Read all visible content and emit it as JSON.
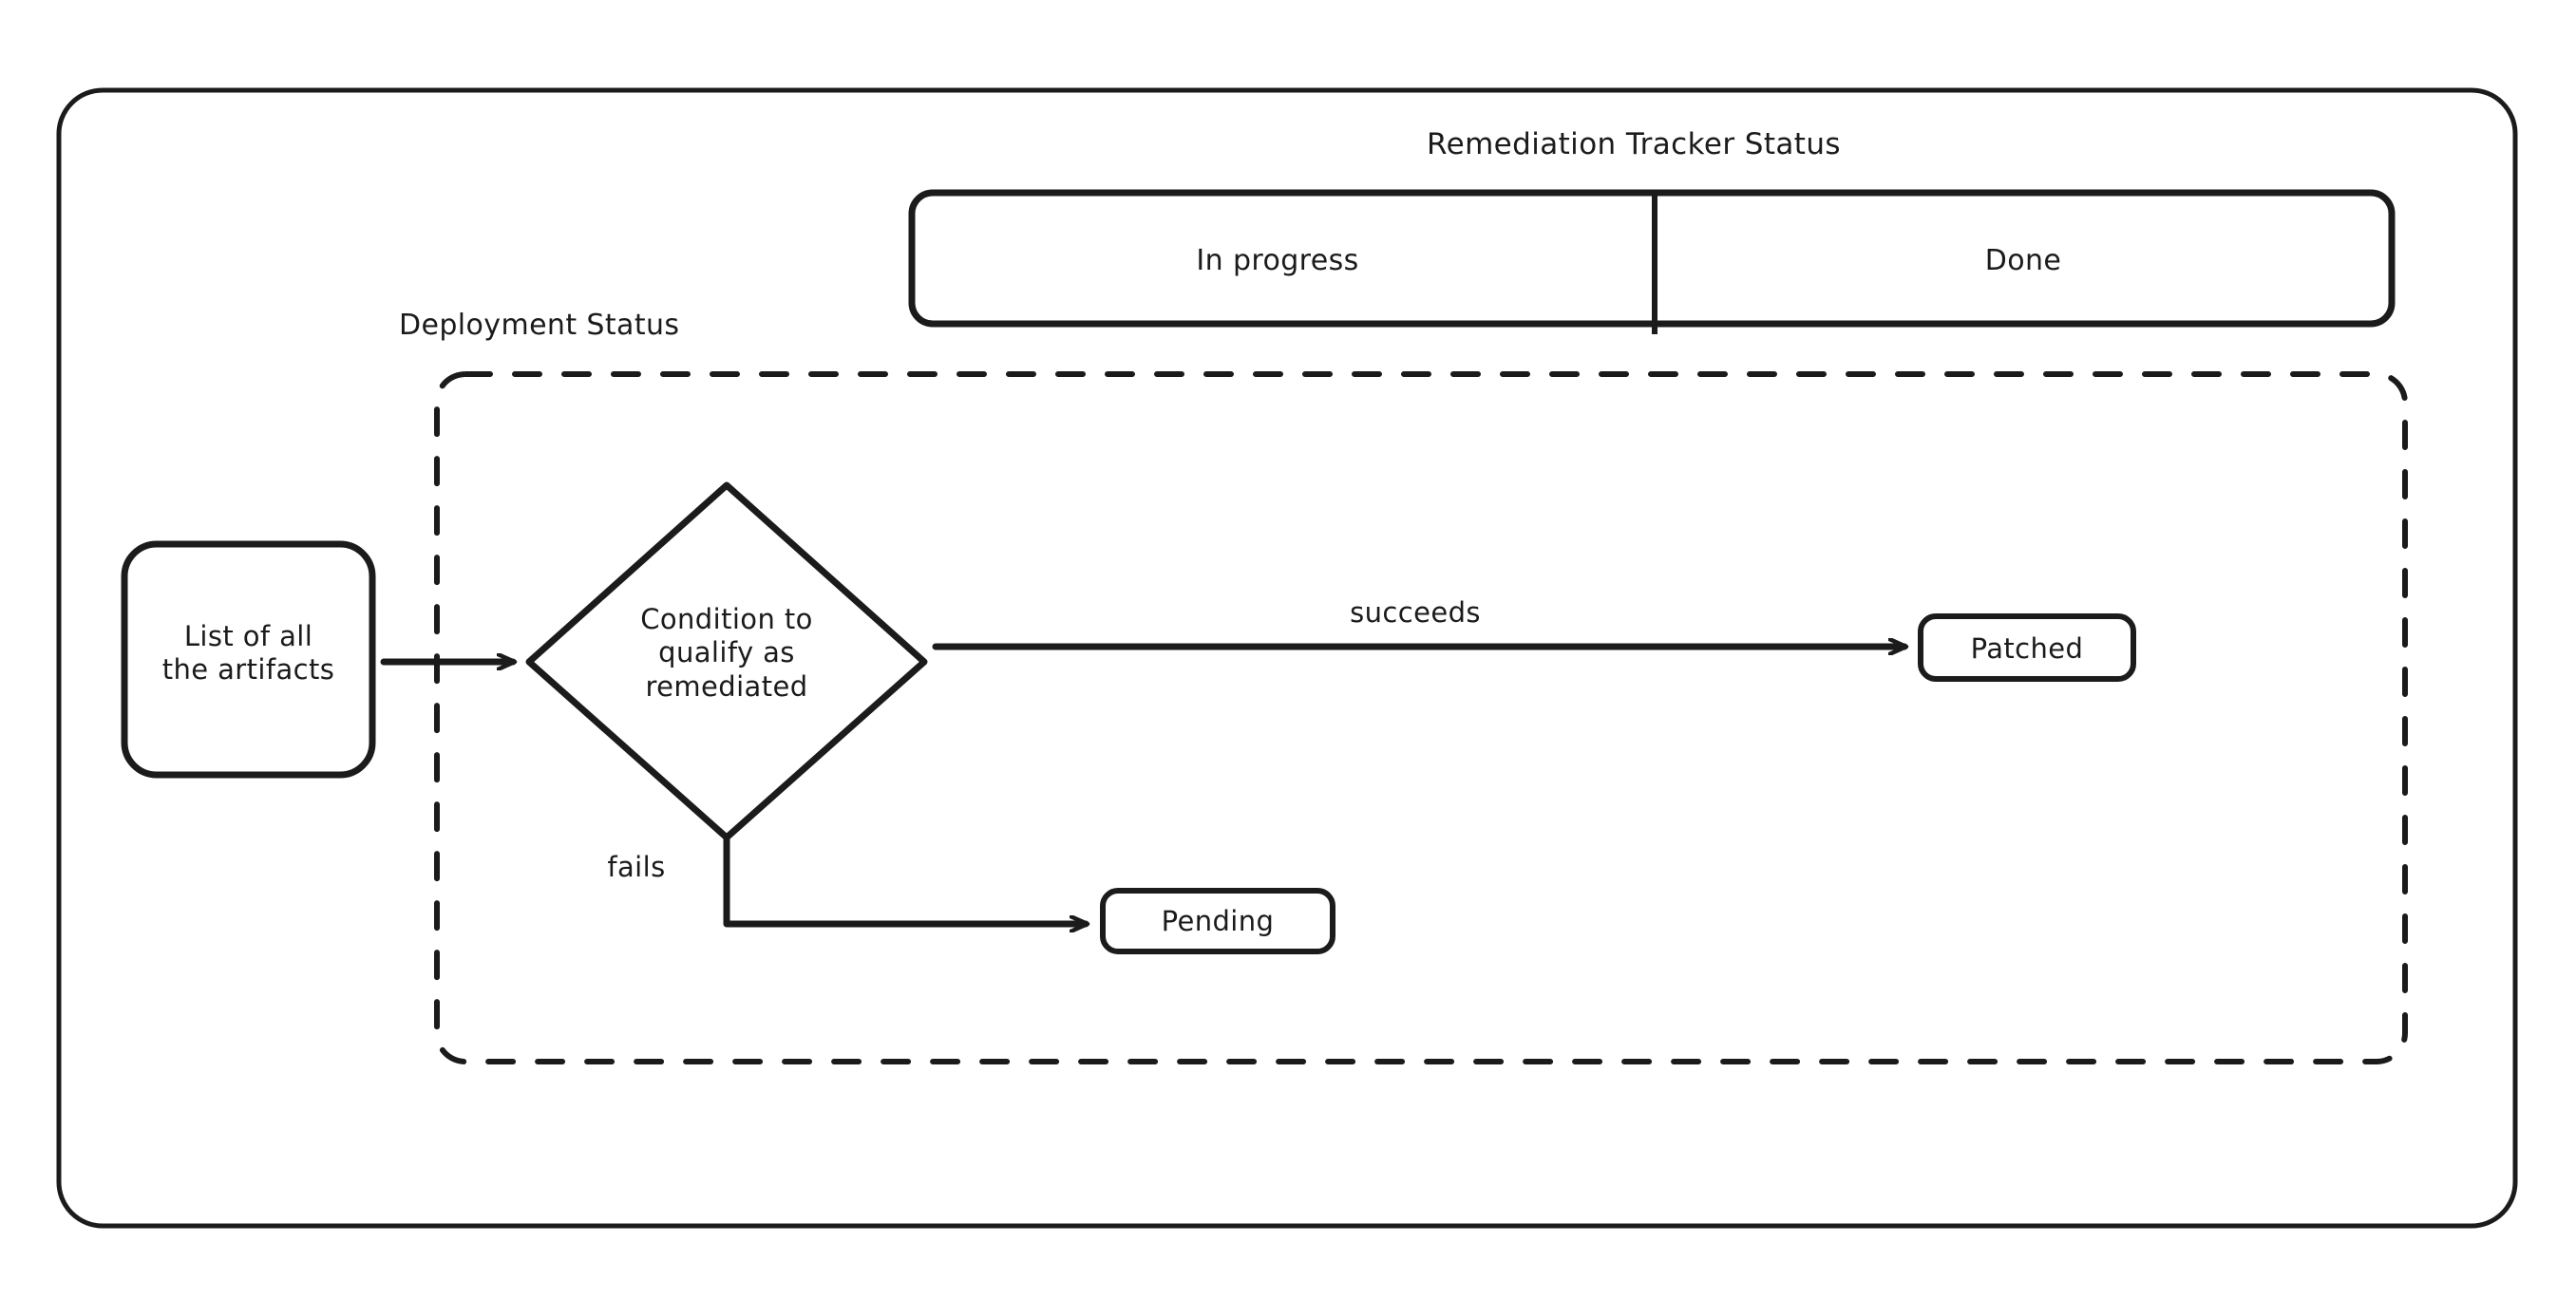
{
  "diagram": {
    "type": "flowchart",
    "title": "Remediation Tracker Status",
    "background_color": "#ffffff",
    "stroke_color": "#1b1b1b"
  },
  "outer_frame": {
    "name": "diagram-frame",
    "style": "rounded-rectangle-solid"
  },
  "tracker_lanes": {
    "heading": "Remediation Tracker Status",
    "lanes": [
      {
        "label": "In progress"
      },
      {
        "label": "Done"
      }
    ]
  },
  "deployment_group": {
    "label": "Deployment Status",
    "style": "rounded-rectangle-dashed"
  },
  "nodes": [
    {
      "id": "artifacts",
      "label": "List of all\nthe artifacts",
      "shape": "rounded-rectangle"
    },
    {
      "id": "condition",
      "label": "Condition to\nqualify as\nremediated",
      "shape": "diamond"
    },
    {
      "id": "patched",
      "label": "Patched",
      "shape": "rounded-rectangle"
    },
    {
      "id": "pending",
      "label": "Pending",
      "shape": "rounded-rectangle"
    }
  ],
  "edges": [
    {
      "id": "artifacts-to-condition",
      "from": "artifacts",
      "to": "condition",
      "label": ""
    },
    {
      "id": "condition-succeeds",
      "from": "condition",
      "to": "patched",
      "label": "succeeds"
    },
    {
      "id": "condition-fails",
      "from": "condition",
      "to": "pending",
      "label": "fails"
    }
  ]
}
